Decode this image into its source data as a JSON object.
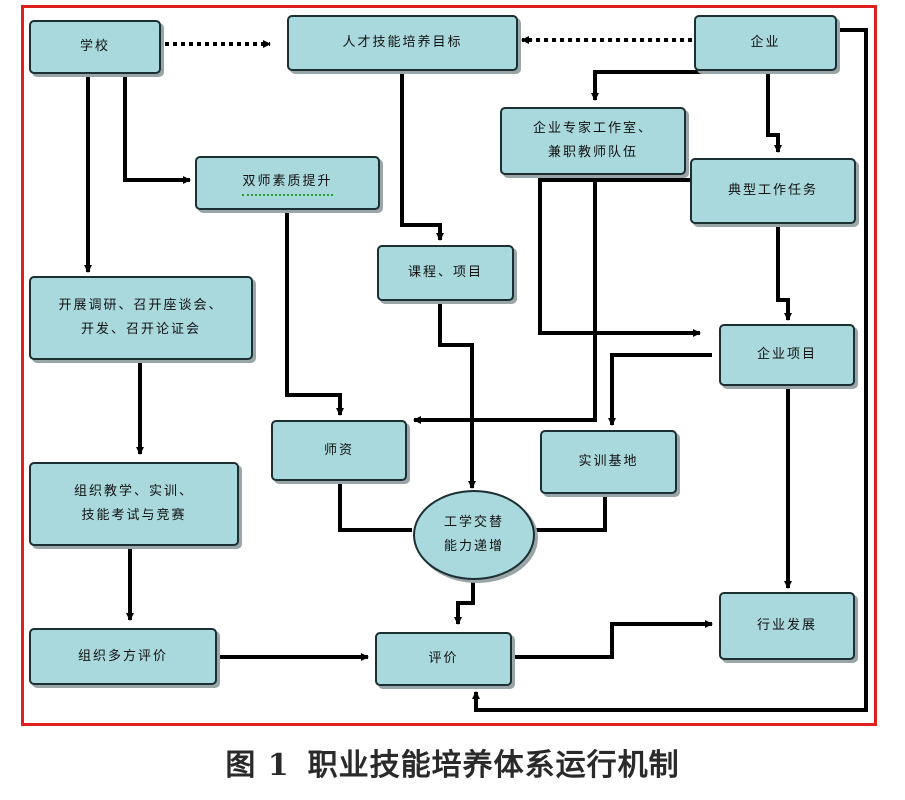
{
  "nodes": {
    "school": "学校",
    "talent_goal": "人才技能培养目标",
    "enterprise": "企业",
    "expert_workstation": [
      "企业专家工作室、",
      "兼职教师队伍"
    ],
    "dual_teacher": "双师素质提升",
    "typical_tasks": "典型工作任务",
    "courses_projects": "课程、项目",
    "research_meetings": [
      "开展调研、召开座谈会、",
      "开发、召开论证会"
    ],
    "enterprise_projects": "企业项目",
    "faculty": "师资",
    "training_base": "实训基地",
    "work_study": [
      "工学交替",
      "能力递增"
    ],
    "organize_teaching": [
      "组织教学、实训、",
      "技能考试与竞赛"
    ],
    "multi_evaluation": "组织多方评价",
    "evaluation": "评价",
    "industry_development": "行业发展"
  },
  "caption": {
    "figure_number": "图 1",
    "title": "职业技能培养体系运行机制"
  },
  "colors": {
    "frame": "#e0201f",
    "node_fill": "#a9d9dc",
    "arrow": "#000000"
  }
}
